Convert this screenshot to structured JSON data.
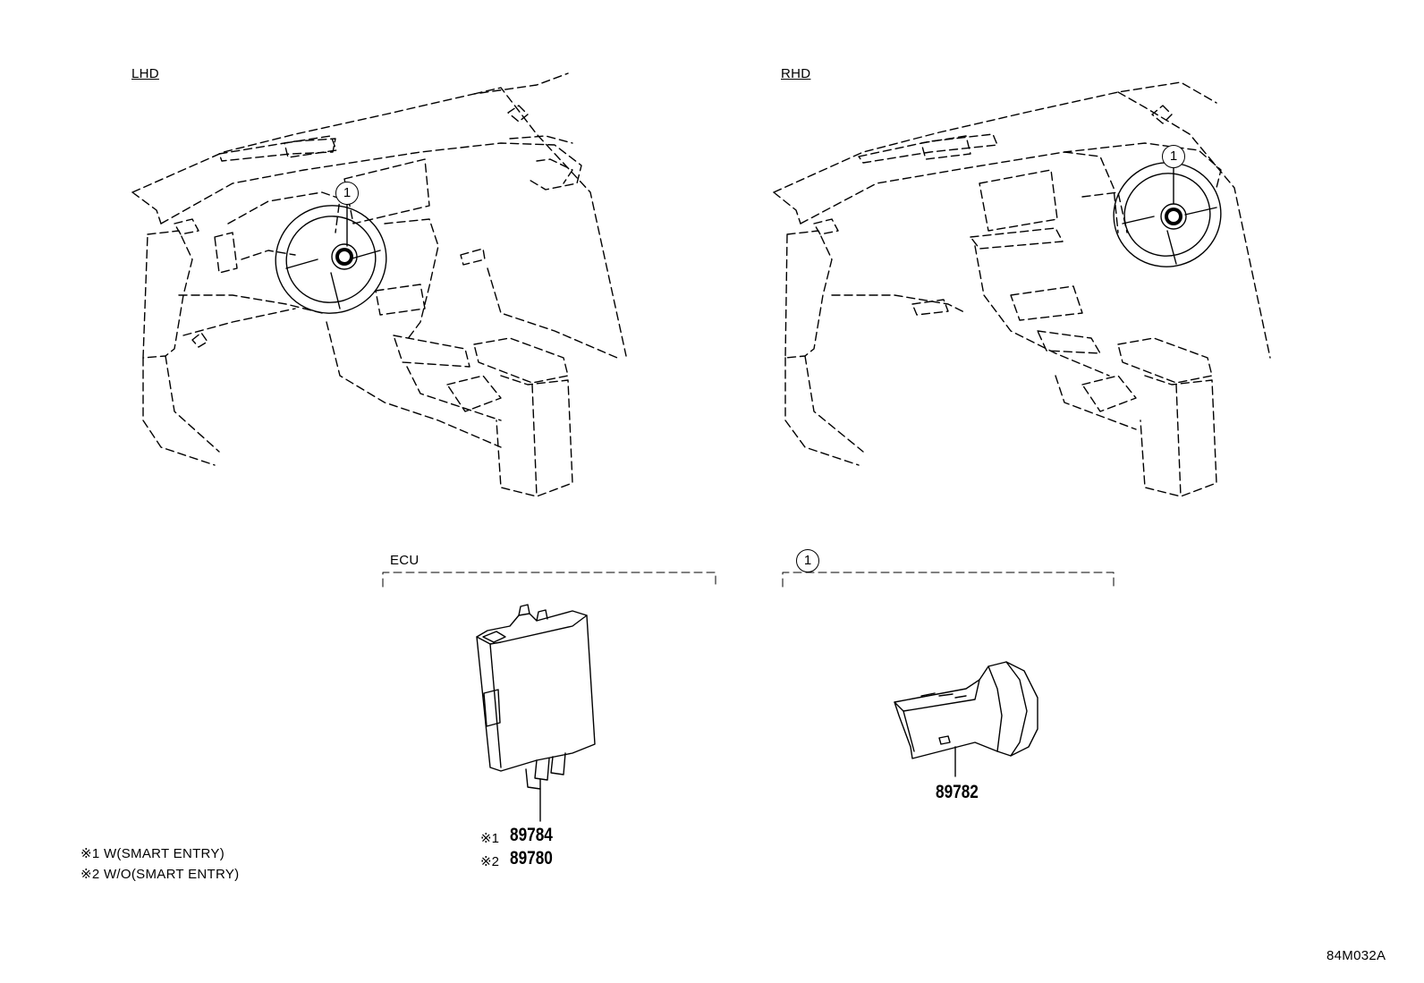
{
  "views": {
    "lhd": {
      "label": "LHD",
      "callout": "1"
    },
    "rhd": {
      "label": "RHD",
      "callout": "1"
    }
  },
  "groups": {
    "ecu": {
      "label": "ECU"
    },
    "circle1": {
      "label": "1"
    }
  },
  "parts": {
    "ecu_part_1": {
      "mark": "※1",
      "number": "89784"
    },
    "ecu_part_2": {
      "mark": "※2",
      "number": "89780"
    },
    "switch_part": {
      "number": "89782"
    }
  },
  "notes": [
    {
      "text": "※1 W(SMART ENTRY)"
    },
    {
      "text": "※2 W/O(SMART ENTRY)"
    }
  ],
  "footer": {
    "code": "84M032A"
  }
}
